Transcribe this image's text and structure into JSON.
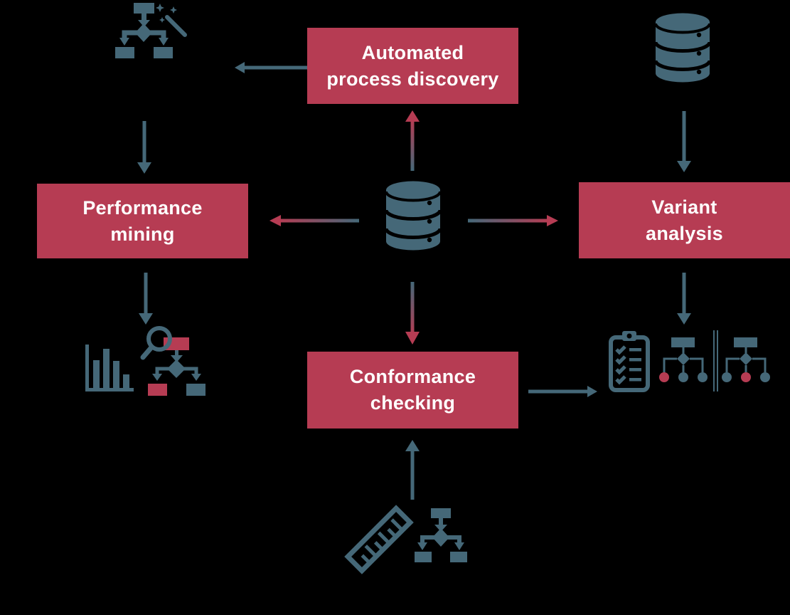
{
  "title": "Process mining capabilities diagram",
  "colors": {
    "background": "#000000",
    "box_red": "#b63c53",
    "icon_blue": "#456878",
    "text_white": "#ffffff"
  },
  "boxes": [
    {
      "id": "automated-process-discovery",
      "label": "Automated\nprocess discovery"
    },
    {
      "id": "performance-mining",
      "label": "Performance\nmining"
    },
    {
      "id": "variant-analysis",
      "label": "Variant\nanalysis"
    },
    {
      "id": "conformance-checking",
      "label": "Conformance\nchecking"
    }
  ],
  "icons": [
    {
      "name": "process-tree-magic-wand-icon"
    },
    {
      "name": "database-top-right-icon"
    },
    {
      "name": "database-center-icon"
    },
    {
      "name": "bar-chart-icon"
    },
    {
      "name": "magnifier-process-tree-icon"
    },
    {
      "name": "checklist-clipboard-icon"
    },
    {
      "name": "variant-tree-left-icon"
    },
    {
      "name": "variant-tree-right-icon"
    },
    {
      "name": "ruler-icon"
    },
    {
      "name": "process-tree-icon"
    }
  ],
  "arrows": [
    {
      "from": "automated-process-discovery",
      "to": "process-tree-magic-wand-icon",
      "style": "blue"
    },
    {
      "from": "process-tree-magic-wand-icon",
      "to": "performance-mining",
      "style": "blue"
    },
    {
      "from": "database-top-right-icon",
      "to": "variant-analysis",
      "style": "blue"
    },
    {
      "from": "performance-mining",
      "to": "performance-result-icons",
      "style": "blue"
    },
    {
      "from": "variant-analysis",
      "to": "variant-result-icons",
      "style": "blue"
    },
    {
      "from": "conformance-checking",
      "to": "conformance-result-icons",
      "style": "blue"
    },
    {
      "from": "measurement-icons",
      "to": "conformance-checking",
      "style": "blue"
    },
    {
      "from": "database-center-icon",
      "to": "automated-process-discovery",
      "style": "blue-to-red-gradient"
    },
    {
      "from": "database-center-icon",
      "to": "performance-mining",
      "style": "blue-to-red-gradient"
    },
    {
      "from": "database-center-icon",
      "to": "variant-analysis",
      "style": "blue-to-red-gradient"
    },
    {
      "from": "database-center-icon",
      "to": "conformance-checking",
      "style": "blue-to-red-gradient"
    }
  ]
}
